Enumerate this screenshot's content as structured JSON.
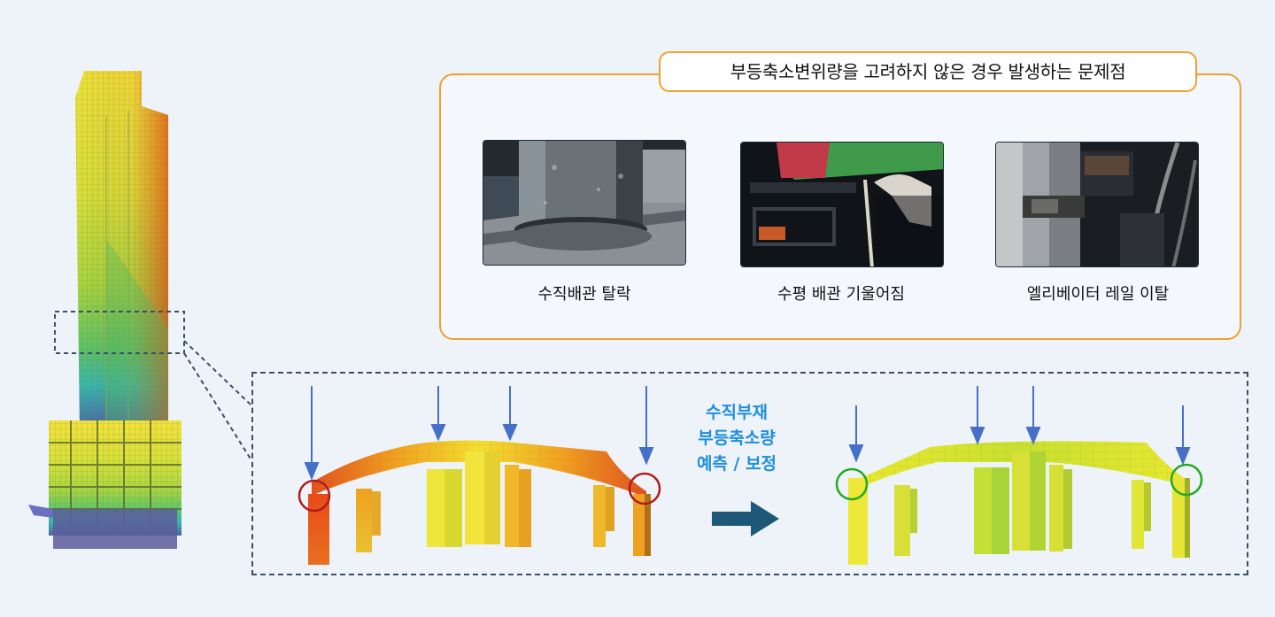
{
  "issues": {
    "title": "부등축소변위량을 고려하지 않은 경우 발생하는 문제점",
    "items": [
      {
        "label": "수직배관 탈락",
        "photo": "pipe-detachment-photo"
      },
      {
        "label": "수평 배관 기울어짐",
        "photo": "pipe-tilt-photo"
      },
      {
        "label": "엘리베이터 레일 이탈",
        "photo": "elevator-rail-photo"
      }
    ]
  },
  "process": {
    "line1": "수직부재",
    "line2": "부등축소량",
    "line3": "예측 / 보정"
  },
  "colors": {
    "orange_border": "#f0a030",
    "dash_border": "#3b4f66",
    "label_blue": "#1e8ee0",
    "arrow_dark": "#1d5878",
    "load_arrow": "#4670c8",
    "problem_circle": "#b01a1a",
    "ok_circle": "#22aa22"
  }
}
